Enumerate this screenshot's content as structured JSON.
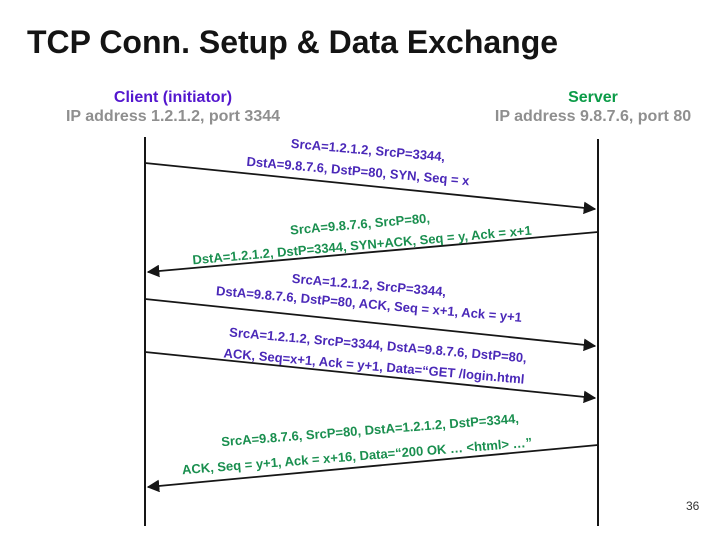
{
  "slide": {
    "title": "TCP Conn. Setup & Data Exchange",
    "page_number": "36"
  },
  "participants": {
    "client": {
      "name": "Client (initiator)",
      "address": "IP address 1.2.1.2, port 3344"
    },
    "server": {
      "name": "Server",
      "address": "IP address 9.8.7.6, port 80"
    }
  },
  "colors": {
    "client_purple": "#5316CE",
    "message_purple": "#4A28B8",
    "server_green": "#0B9B47",
    "message_green": "#1A8F4F",
    "muted_gray": "#8F8F8F",
    "line_black": "#161616"
  },
  "messages": [
    {
      "from": "client",
      "to": "server",
      "line1": "SrcA=1.2.1.2, SrcP=3344,",
      "line2": "DstA=9.8.7.6, DstP=80, SYN, Seq = x"
    },
    {
      "from": "server",
      "to": "client",
      "line1": "SrcA=9.8.7.6, SrcP=80,",
      "line2": "DstA=1.2.1.2, DstP=3344, SYN+ACK, Seq = y, Ack = x+1"
    },
    {
      "from": "client",
      "to": "server",
      "line1": "SrcA=1.2.1.2, SrcP=3344,",
      "line2": "DstA=9.8.7.6, DstP=80, ACK, Seq = x+1, Ack = y+1"
    },
    {
      "from": "client",
      "to": "server",
      "line1": "SrcA=1.2.1.2, SrcP=3344, DstA=9.8.7.6, DstP=80,",
      "line2": "ACK, Seq=x+1, Ack = y+1, Data=“GET /login.html"
    },
    {
      "from": "server",
      "to": "client",
      "line1": "SrcA=9.8.7.6, SrcP=80, DstA=1.2.1.2, DstP=3344,",
      "line2": "ACK, Seq = y+1, Ack = x+16, Data=“200 OK … <html> …”"
    }
  ]
}
